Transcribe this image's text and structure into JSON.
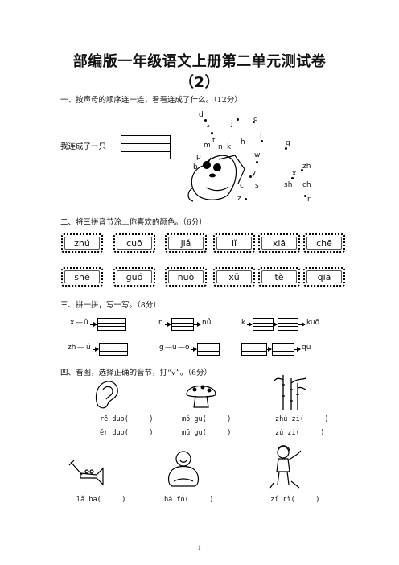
{
  "header": {
    "title_line1": "部编版一年级语文上册第二单元测试卷",
    "title_line2": "（2）"
  },
  "q1": {
    "heading": "一、按声母的顺序连一连，看看连成了什么。（12分）",
    "prompt": "我连成了一只",
    "letters": [
      "d",
      "j",
      "g",
      "f",
      "t",
      "i",
      "m",
      "n",
      "k",
      "h",
      "q",
      "w",
      "p",
      "b",
      "zh",
      "x",
      "y",
      "c",
      "s",
      "sh",
      "ch",
      "z",
      "r"
    ]
  },
  "q2": {
    "heading": "二、将三拼音节涂上你喜欢的颜色。（6分）",
    "row1": [
      "zhú",
      "cuō",
      "jiǎ",
      "lǐ",
      "xiā",
      "chē"
    ],
    "row2": [
      "shé",
      "guó",
      "nuò",
      "xǔ",
      "tè",
      "qiā"
    ]
  },
  "q3": {
    "heading": "三、拼一拼，写一写。（8分）",
    "items": [
      {
        "a": "x",
        "b": "ǔ",
        "result": ""
      },
      {
        "a": "n",
        "b": "",
        "result": "nǚ"
      },
      {
        "a": "k",
        "b": "",
        "result": "kuō"
      },
      {
        "a": "zh",
        "b": "ú",
        "result": ""
      },
      {
        "a": "g",
        "b": "u",
        "c": "ō",
        "result": ""
      },
      {
        "a": "",
        "b": "",
        "result": "qū"
      }
    ]
  },
  "q4": {
    "heading": "四、看图，选择正确的音节，打“√”。（6分）",
    "row1": [
      {
        "opt1": "rě duo(     )",
        "opt2": "ěr duo(     )",
        "pic": "ear-icon"
      },
      {
        "opt1": "mó gu(     )",
        "opt2": "mū gu(     )",
        "pic": "mushroom-icon"
      },
      {
        "opt1": "zhú zi(     )",
        "opt2": "zú zi(     )",
        "pic": "bamboo-icon"
      }
    ],
    "row2": [
      {
        "opt1": "lǎ ba(     )",
        "pic": "trumpet-icon"
      },
      {
        "opt1": "bá fó(     )",
        "pic": "buddha-icon"
      },
      {
        "opt1": "zí rì(     )",
        "pic": "child-icon"
      }
    ]
  },
  "footer": {
    "page": "1"
  }
}
